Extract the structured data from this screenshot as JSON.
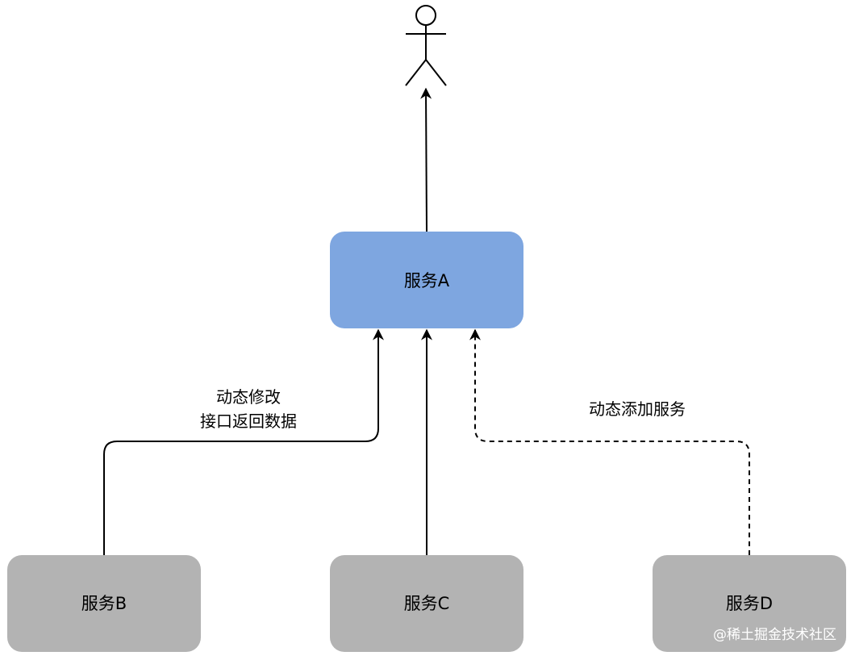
{
  "nodes": {
    "service_a": {
      "label": "服务A",
      "fill": "#7EA6E0"
    },
    "service_b": {
      "label": "服务B",
      "fill": "#B3B3B3"
    },
    "service_c": {
      "label": "服务C",
      "fill": "#B3B3B3"
    },
    "service_d": {
      "label": "服务D",
      "fill": "#B3B3B3"
    }
  },
  "edges": {
    "b_to_a": {
      "label_line1": "动态修改",
      "label_line2": "接口返回数据"
    },
    "d_to_a": {
      "label": "动态添加服务"
    }
  },
  "watermark": "@稀土掘金技术社区"
}
